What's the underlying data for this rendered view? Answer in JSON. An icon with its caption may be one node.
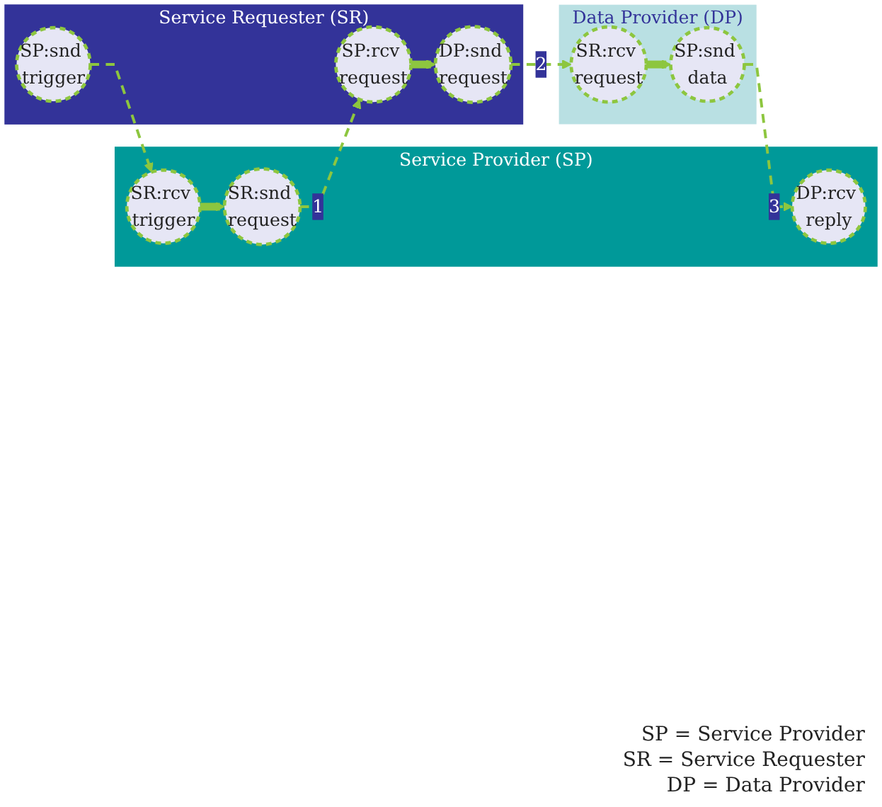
{
  "diagram": {
    "nodes": [
      {
        "text": [
          "Service Requester (SR)"
        ]
      },
      {
        "text": [
          "SP:snd trigger"
        ],
        "in": 0
      },
      {
        "text": [
          "SP:rcv request"
        ],
        "in": 0
      },
      {
        "text": [
          "DP:snd request"
        ],
        "in": 0
      },
      {
        "text": [
          "Service Provider (SP)"
        ]
      },
      {
        "text": [
          "SR:rcv trigger"
        ],
        "in": 4
      },
      {
        "text": [
          "SR:snd request"
        ],
        "in": 4
      },
      {
        "text": [
          "DP:rcv reply"
        ],
        "in": 4
      },
      {
        "text": [
          "Data Provider (DP)"
        ]
      },
      {
        "text": [
          "SR:rcv request"
        ],
        "in": 8
      },
      {
        "text": [
          "SP:snd data"
        ],
        "in": 8
      }
    ],
    "edges": [
      {
        "from": 1,
        "to": 5,
        "arrow": "to",
        "style": "dashed"
      },
      {
        "from": 5,
        "to": 6,
        "arrow": "to",
        "style": "thick"
      },
      {
        "from": 6,
        "to": 2,
        "arrow": "to",
        "style": "dashed",
        "label": "1"
      },
      {
        "from": 2,
        "to": 3,
        "arrow": "to",
        "style": "thick"
      },
      {
        "from": 3,
        "to": 9,
        "arrow": "to",
        "style": "dashed",
        "label": "2"
      },
      {
        "from": 9,
        "to": 10,
        "arrow": "to",
        "style": "thick"
      },
      {
        "from": 10,
        "to": 7,
        "arrow": "to",
        "style": "dashed",
        "label": "3"
      }
    ],
    "labels": [
      "SP = Service Provider",
      "SR = Service Requester",
      "DP = Data Provider"
    ]
  }
}
